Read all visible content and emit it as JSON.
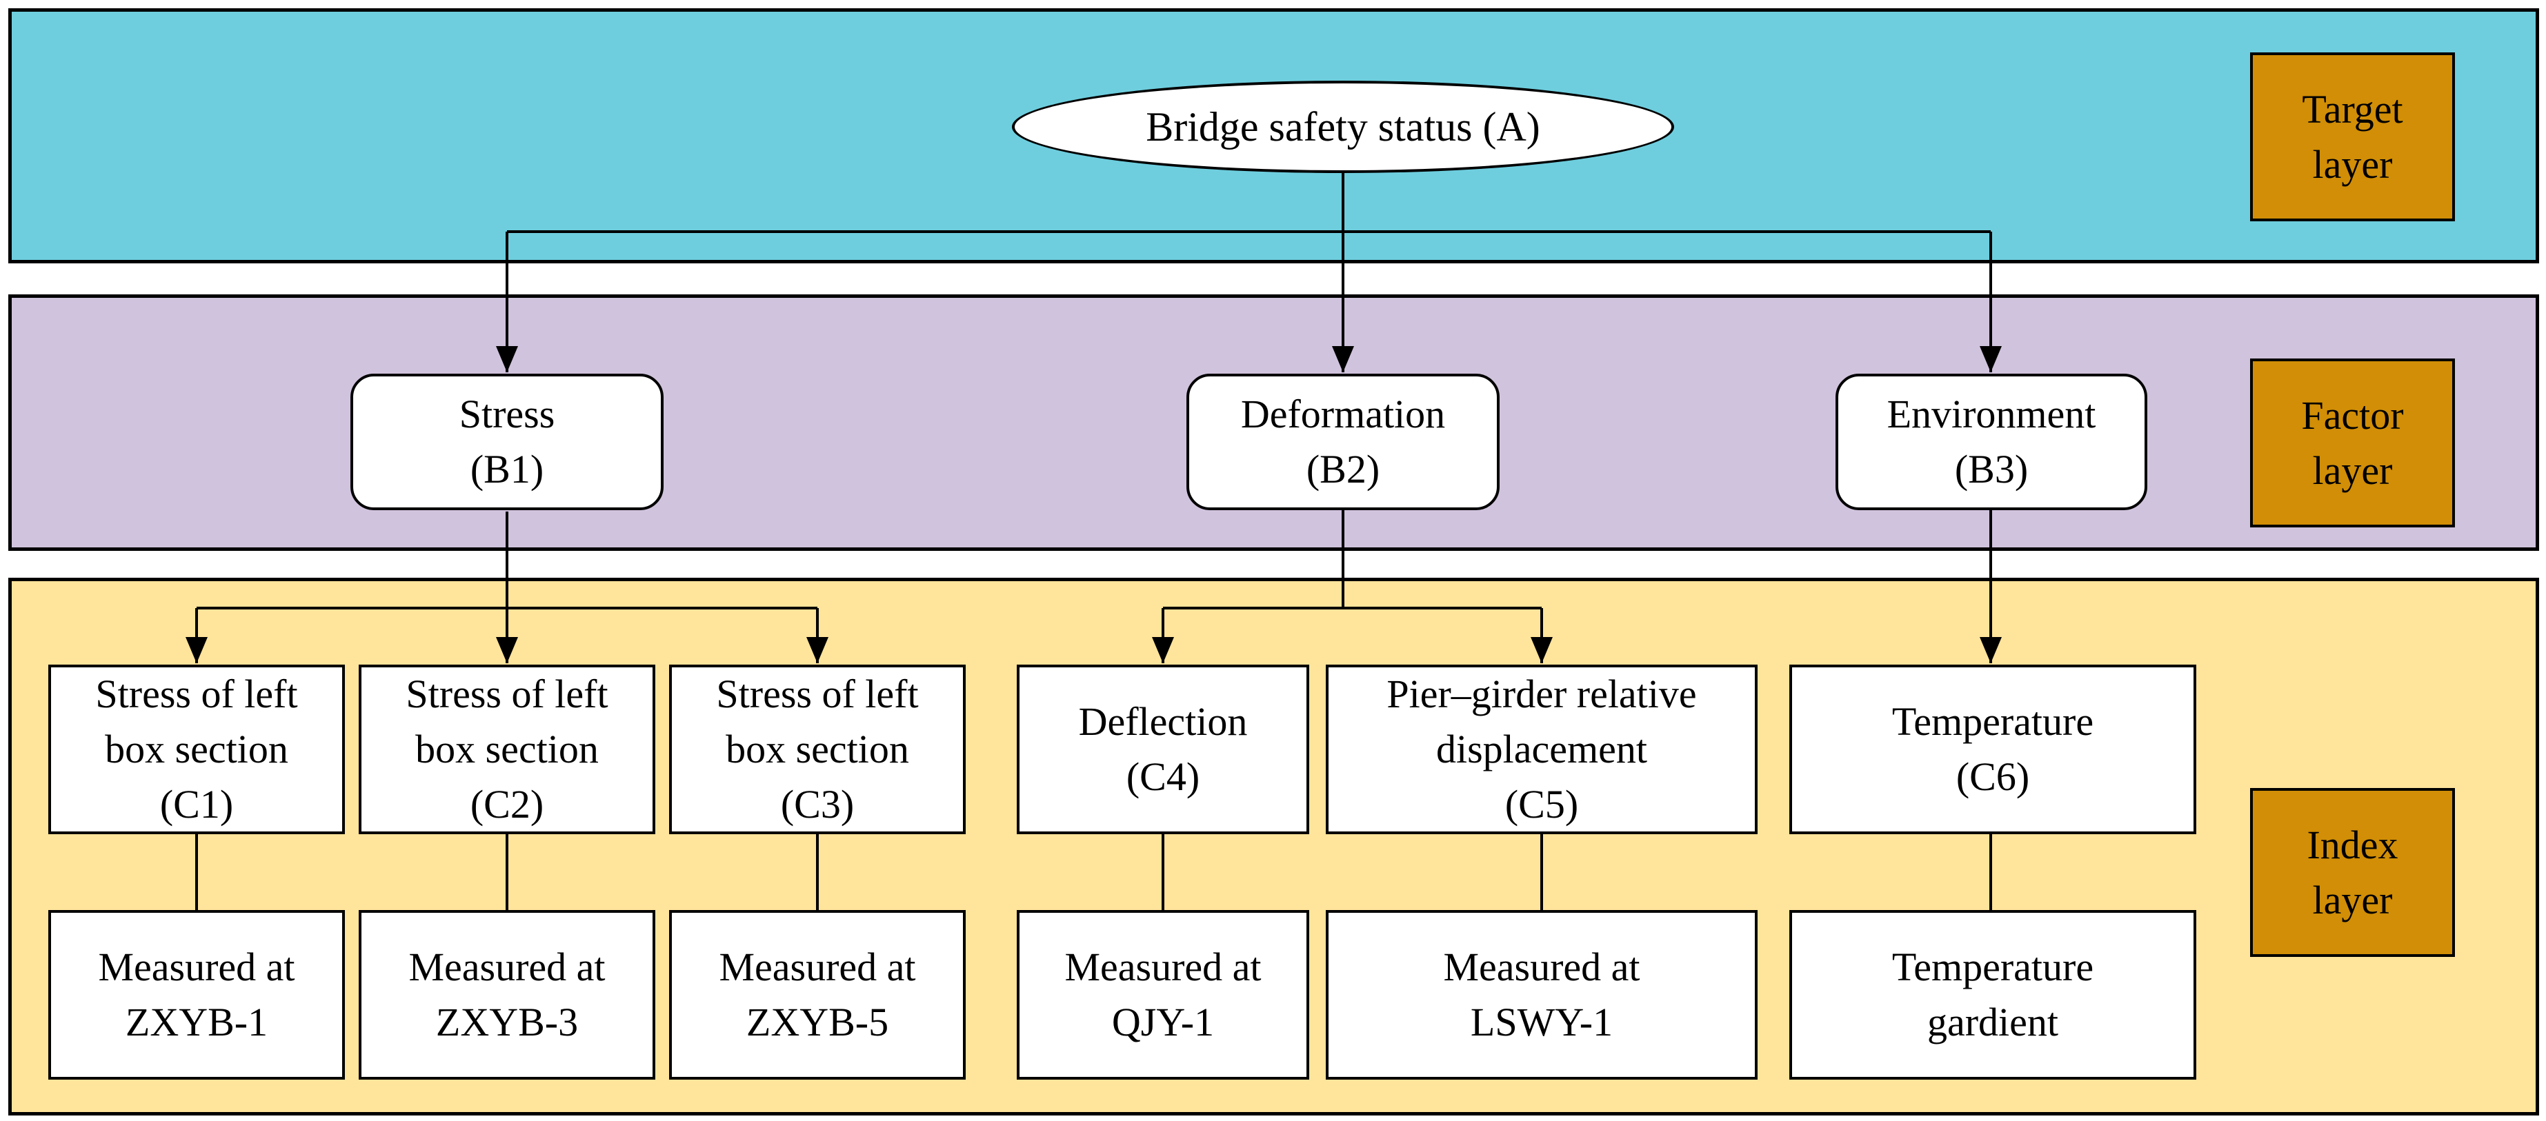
{
  "colors": {
    "target_band": "#6ecede",
    "factor_band": "#d0c3dd",
    "index_band": "#ffe49b",
    "layer_tag": "#d18e06",
    "line": "#000000",
    "box_fill": "#ffffff"
  },
  "layers": {
    "target": [
      "Target",
      "layer"
    ],
    "factor": [
      "Factor",
      "layer"
    ],
    "index": [
      "Index",
      "layer"
    ]
  },
  "target": {
    "label": "Bridge safety status (A)"
  },
  "factors": [
    {
      "lines": [
        "Stress",
        "(B1)"
      ]
    },
    {
      "lines": [
        "Deformation",
        "(B2)"
      ]
    },
    {
      "lines": [
        "Environment",
        "(B3)"
      ]
    }
  ],
  "indices": [
    {
      "lines": [
        "Stress of left",
        "box section",
        "(C1)"
      ]
    },
    {
      "lines": [
        "Stress of left",
        "box section",
        "(C2)"
      ]
    },
    {
      "lines": [
        "Stress of left",
        "box section",
        "(C3)"
      ]
    },
    {
      "lines": [
        "Deflection",
        "(C4)"
      ]
    },
    {
      "lines": [
        "Pier–girder relative",
        "displacement",
        "(C5)"
      ]
    },
    {
      "lines": [
        "Temperature",
        "(C6)"
      ]
    }
  ],
  "measurements": [
    {
      "lines": [
        "Measured at",
        "ZXYB-1"
      ]
    },
    {
      "lines": [
        "Measured at",
        "ZXYB-3"
      ]
    },
    {
      "lines": [
        "Measured at",
        "ZXYB-5"
      ]
    },
    {
      "lines": [
        "Measured at",
        "QJY-1"
      ]
    },
    {
      "lines": [
        "Measured at",
        "LSWY-1"
      ]
    },
    {
      "lines": [
        "Temperature",
        "gardient"
      ]
    }
  ]
}
